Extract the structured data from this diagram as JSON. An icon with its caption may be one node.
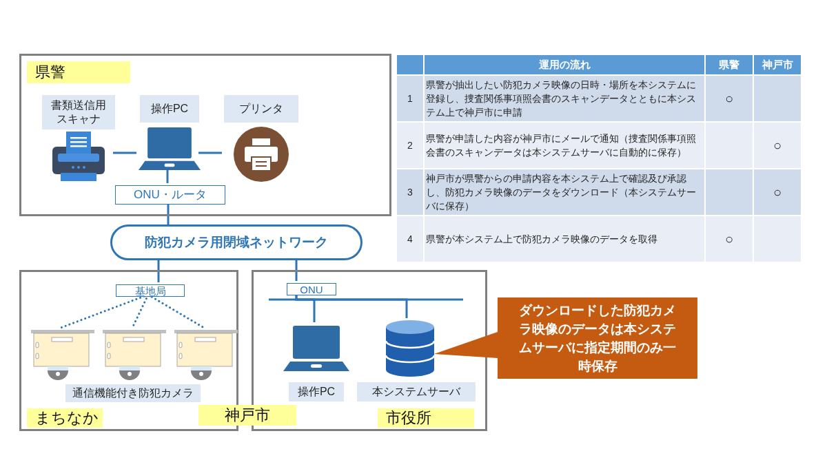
{
  "diagram": {
    "nodes": [
      {
        "text": [
          "県警"
        ]
      },
      {
        "text": [
          "書類送信用スキャナ"
        ],
        "in": 0
      },
      {
        "text": [
          "操作PC"
        ],
        "in": 0
      },
      {
        "text": [
          "プリンタ"
        ],
        "in": 0
      },
      {
        "text": [
          "ONU・ルータ"
        ],
        "in": 0
      },
      {
        "text": [
          "防犯カメラ用閉域ネットワーク"
        ]
      },
      {
        "text": [
          "まちなか"
        ]
      },
      {
        "text": [
          "基地局"
        ],
        "in": 6
      },
      {
        "text": [
          "通信機能付き防犯カメラ"
        ],
        "in": 6
      },
      {
        "text": [],
        "shape": "picture",
        "in": 6
      },
      {
        "text": [],
        "shape": "picture",
        "in": 6
      },
      {
        "text": [],
        "shape": "picture",
        "in": 6
      },
      {
        "text": [
          "市役所"
        ]
      },
      {
        "text": [
          "ONU"
        ],
        "in": 12
      },
      {
        "text": [
          "操作PC"
        ],
        "in": 12
      },
      {
        "text": [
          "本システムサーバ"
        ],
        "in": 12
      },
      {
        "text": [
          "ダウンロードした防犯カメラ映像のデータは本システムサーバに指定期間のみ一時保存"
        ]
      }
    ],
    "edges": [
      {
        "from": 1,
        "to": 2,
        "arrow": "none"
      },
      {
        "from": 2,
        "to": 3,
        "arrow": "none"
      },
      {
        "from": 2,
        "to": 4,
        "arrow": "none"
      },
      {
        "from": 4,
        "to": 5,
        "arrow": "none"
      },
      {
        "from": 5,
        "to": 7,
        "arrow": "none"
      },
      {
        "from": 5,
        "to": 13,
        "arrow": "none"
      },
      {
        "from": 7,
        "to": 9,
        "arrow": "none",
        "style": "dashed"
      },
      {
        "from": 7,
        "to": 10,
        "arrow": "none",
        "style": "dashed"
      },
      {
        "from": 7,
        "to": 11,
        "arrow": "none",
        "style": "dashed"
      },
      {
        "from": 13,
        "to": 14,
        "arrow": "none"
      },
      {
        "from": 13,
        "to": 15,
        "arrow": "none"
      }
    ],
    "labels": [
      "運用の流れ",
      "県警",
      "神戸市",
      "1",
      "県警が抽出したい防犯カメラ映像の日時・場所を本システムに登録し、捜査関係事項照会書のスキャンデータとともに本システム上で神戸市に申請",
      "○",
      "2",
      "県警が申請した内容が神戸市にメールで通知（捜査関係事項照会書のスキャンデータは本システムサーバに自動的に保存）",
      "○",
      "3",
      "神戸市が県警からの申請内容を本システム上で確認及び承認し、防犯カメラ映像のデータをダウンロード（本システムサーバに保存）",
      "○",
      "4",
      "県警が本システム上で防犯カメラ映像のデータを取得",
      "○",
      "神戸市"
    ]
  }
}
